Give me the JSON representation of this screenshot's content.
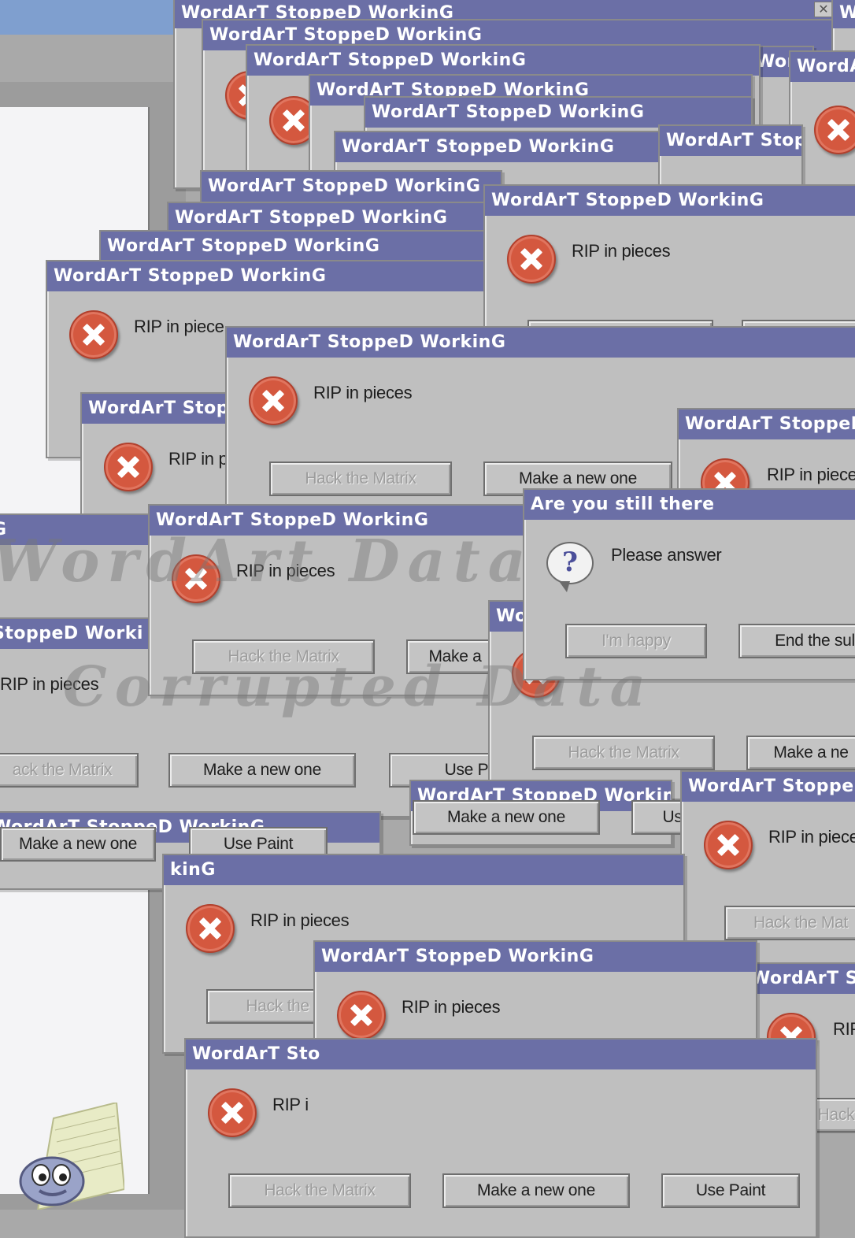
{
  "dialog": {
    "title": "WordArT StoppeD WorkinG",
    "message": "RIP in pieces",
    "buttons": [
      "Hack the Matrix",
      "Make a new one",
      "Use Paint"
    ]
  },
  "partial_titles": {
    "wo": "Wo",
    "wor": "Wor",
    "worda": "WordA",
    "stop": "WordArT Sto",
    "stoppe": "WordArT Stop",
    "stopped": "WordArT StoppeD",
    "stopped_worki": "StoppeD Worki",
    "workin": "kinG",
    "g": "G",
    "w": "W"
  },
  "partial_messages": {
    "rip_in_piece": "RIP in piece",
    "rip_in_p": "RIP in p",
    "rip_in_pieces_cut": "RIP in piece",
    "rip": "RIP",
    "rip_i": "RIP i"
  },
  "partial_buttons": {
    "ack": "ack the Matrix",
    "hack_the": "Hack the M",
    "hack_the_mat": "Hack the Mat",
    "hack": "Hack",
    "make_a": "Make a",
    "make_a_ne": "Make a ne",
    "use_pain": "Use Pain",
    "us": "Us"
  },
  "prompt": {
    "title": "Are you still there",
    "message": "Please answer",
    "buttons": [
      "I'm happy",
      "End the sul"
    ]
  },
  "watermark": {
    "line1": "WordArt Data",
    "line2": "Corrupted Data"
  },
  "colors": {
    "titlebar": "#6b6fa6",
    "window": "#bfbfbf",
    "error_icon": "#d4583f"
  },
  "icons": [
    "error-icon",
    "question-icon",
    "close-icon",
    "clippy-paper-icon"
  ]
}
